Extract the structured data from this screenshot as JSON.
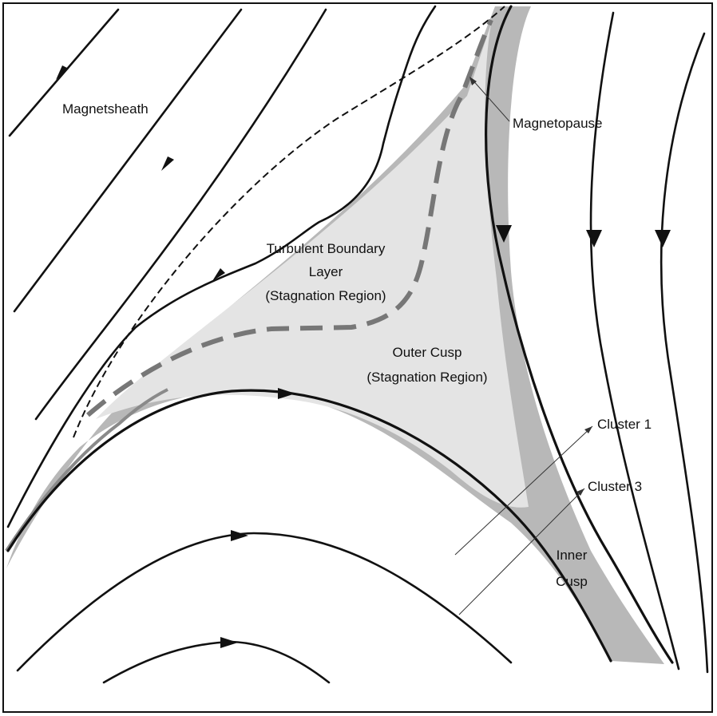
{
  "labels": {
    "magnetosheath": "Magnetsheath",
    "magnetopause": "Magnetopause",
    "turbulent_line1": "Turbulent Boundary",
    "turbulent_line2": "Layer",
    "turbulent_line3": "(Stagnation Region)",
    "outer_cusp_line1": "Outer Cusp",
    "outer_cusp_line2": "(Stagnation Region)",
    "cluster1": "Cluster 1",
    "cluster3": "Cluster 3",
    "inner_cusp_line1": "Inner",
    "inner_cusp_line2": "Cusp"
  },
  "colors": {
    "outer_cusp_fill": "#e4e4e4",
    "boundary_band": "#b8b8b8",
    "field_line": "#111111",
    "dashed_boundary": "#777777"
  }
}
